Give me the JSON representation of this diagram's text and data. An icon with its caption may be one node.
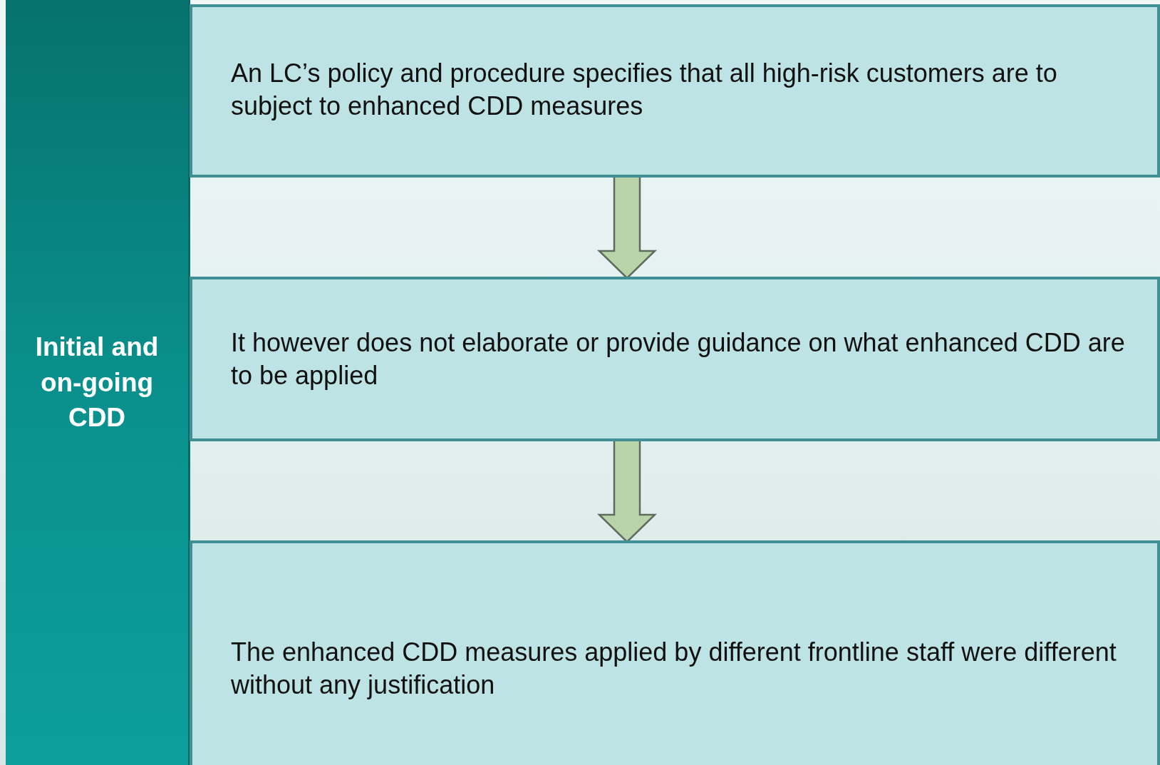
{
  "diagram": {
    "nodes": [
      {
        "text": [
          "Initial and on-going CDD"
        ]
      },
      {
        "text": [
          "An LC’s policy and procedure specifies that all high-risk customers are to subject to enhanced CDD measures"
        ]
      },
      {
        "text": [
          "It however does not elaborate or provide guidance on what enhanced CDD are to be applied"
        ]
      },
      {
        "text": [
          "The enhanced CDD measures applied by different frontline staff were different without any justification"
        ]
      }
    ],
    "edges": [
      {
        "from": 1,
        "to": 2,
        "arrow": "to"
      },
      {
        "from": 2,
        "to": 3,
        "arrow": "to"
      }
    ]
  }
}
